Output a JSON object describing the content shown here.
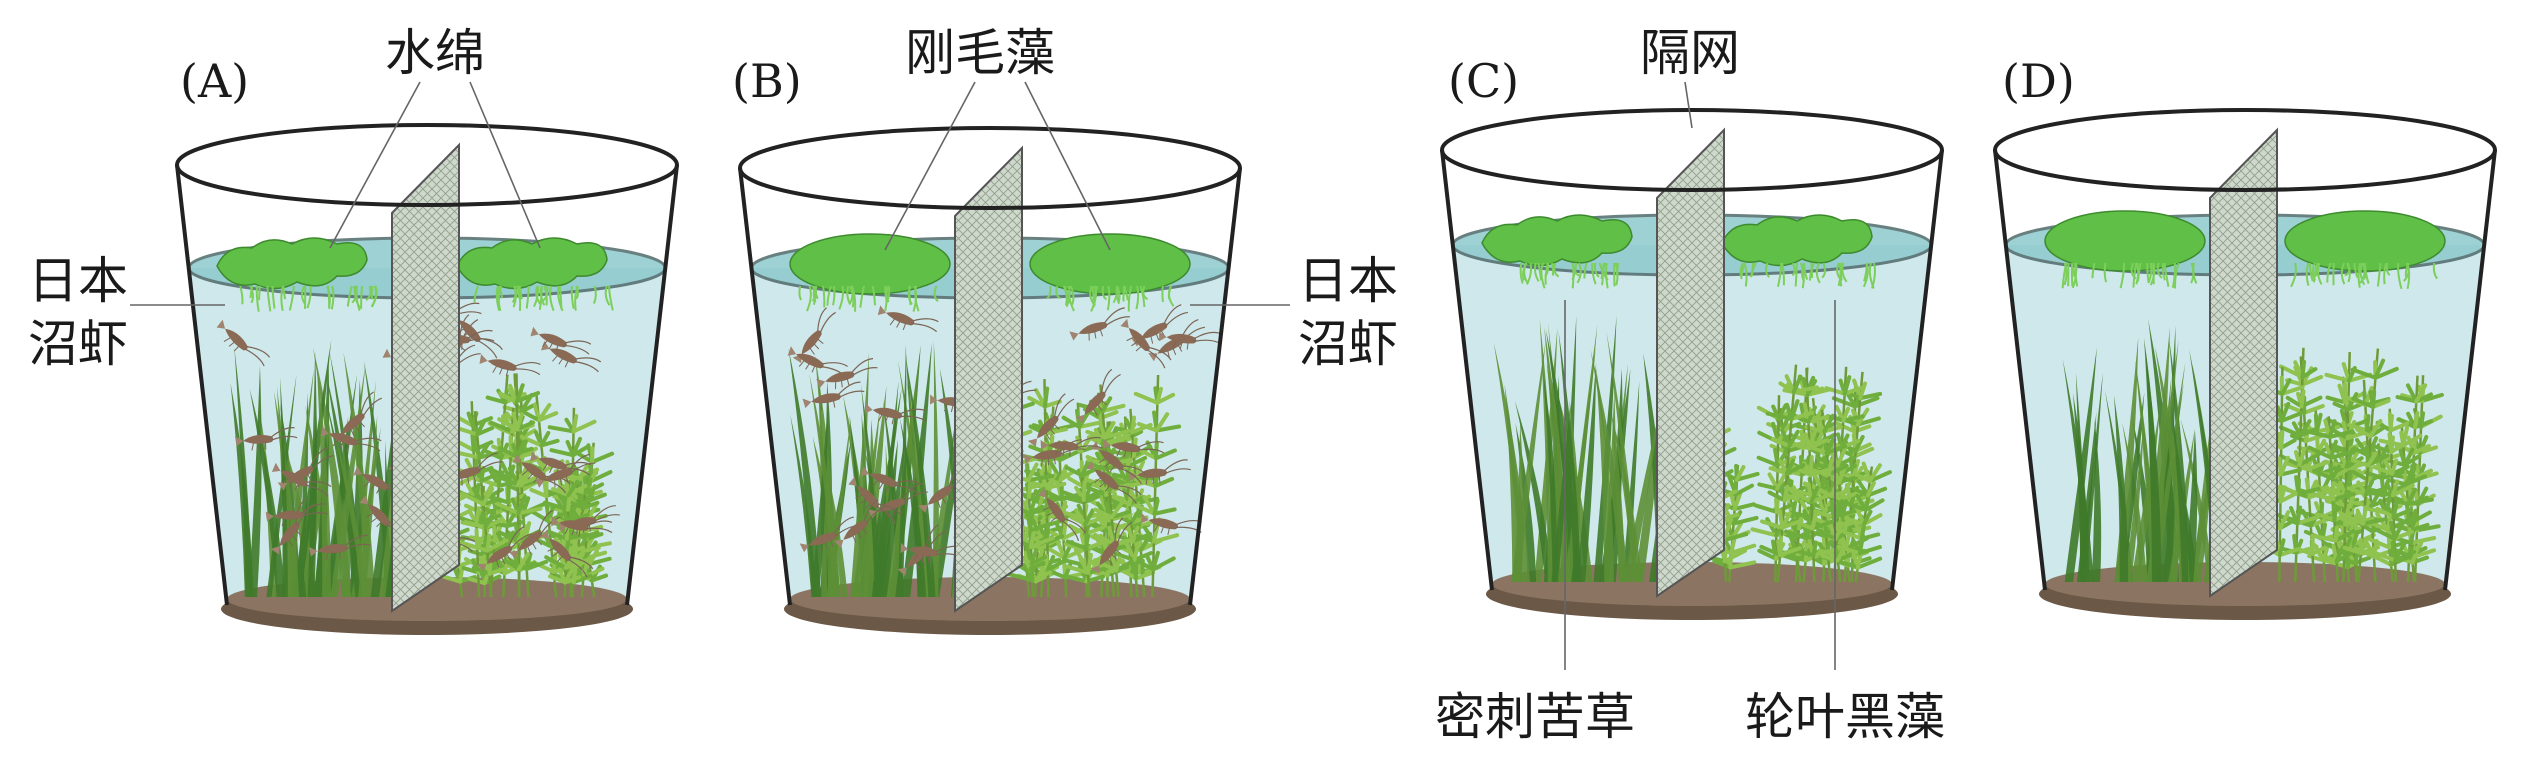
{
  "panels": [
    "(A)",
    "(B)",
    "(C)",
    "(D)"
  ],
  "labels": {
    "water_silk": "水绵",
    "cladophora": "刚毛藻",
    "partition_net": "隔网",
    "shrimp_left": [
      "日本",
      "沼虾"
    ],
    "shrimp_right": [
      "日本",
      "沼虾"
    ],
    "vallisneria": "密刺苦草",
    "hydrilla": "轮叶黑藻"
  },
  "colors": {
    "water": "#cfe8ec",
    "water_surface": "#8cc9cc",
    "algae": "#5fbf46",
    "sediment": "#6b5846",
    "mesh": "#cfd8cc",
    "leaf_dark": "#3f7a2a",
    "leaf_light": "#8fc24e",
    "shrimp": "#8a6a55"
  }
}
